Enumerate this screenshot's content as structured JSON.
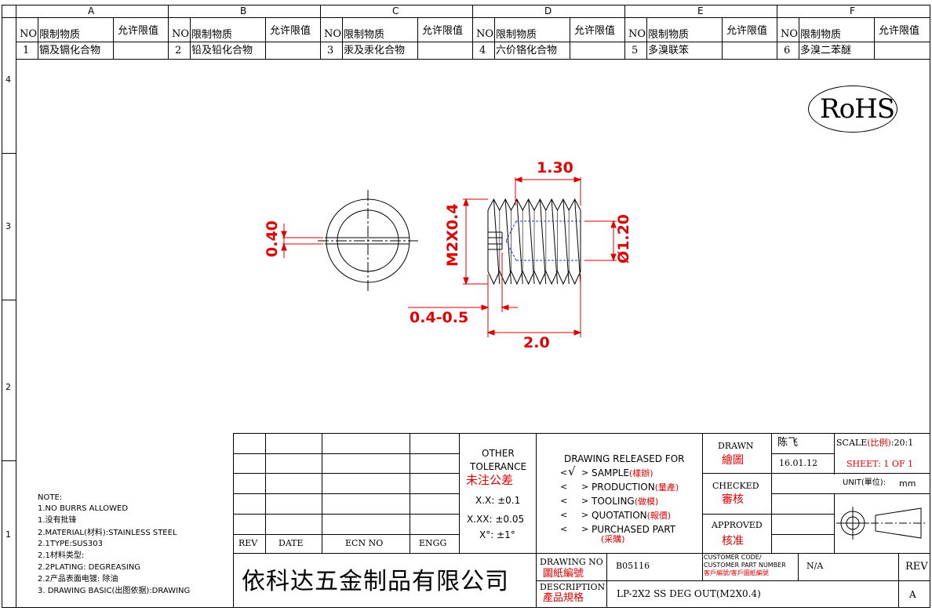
{
  "rohs_table": {
    "columns": [
      "A",
      "B",
      "C",
      "D",
      "E",
      "F"
    ],
    "header": {
      "no": "NO",
      "substance": "限制物质",
      "limit": "允许限值"
    },
    "items": [
      {
        "no": "1",
        "substance": "镉及镉化合物",
        "limit": ""
      },
      {
        "no": "2",
        "substance": "铅及铅化合物",
        "limit": ""
      },
      {
        "no": "3",
        "substance": "汞及汞化合物",
        "limit": ""
      },
      {
        "no": "4",
        "substance": "六价铬化合物",
        "limit": ""
      },
      {
        "no": "5",
        "substance": "多溴联笨",
        "limit": ""
      },
      {
        "no": "6",
        "substance": "多溴二苯醚",
        "limit": ""
      }
    ]
  },
  "zones": [
    "4",
    "3",
    "2",
    "1"
  ],
  "rohs_badge": "RoHS",
  "dimensions": {
    "length_thread": "1.30",
    "slot": "0.40",
    "thread": "M2X0.4",
    "inner_dia": "Ø1.20",
    "chamfer": "0.4-0.5",
    "total_length": "2.0"
  },
  "notes": {
    "title": "NOTE:",
    "lines": [
      "1.NO BURRS ALLOWED",
      "1.没有批锋",
      "2.MATERIAL(材料):STAINLESS STEEL",
      "2.1TYPE:SUS303",
      "2.1材料类型:",
      "2.2PLATING: DEGREASING",
      "2.2产品表面电镀: 除油",
      "3. DRAWING BASIC(出图依据):DRAWING"
    ]
  },
  "rev_table": {
    "rev": "REV",
    "date": "DATE",
    "ecn": "ECN NO",
    "engg": "ENGG"
  },
  "tolerance": {
    "title1": "OTHER",
    "title2": "TOLERANCE",
    "title_cn": "未注公差",
    "l1": "X.X: ±0.1",
    "l2": "X.XX: ±0.05",
    "l3": "X°: ±1°"
  },
  "release": {
    "title": "DRAWING RELEASED FOR",
    "check": "√",
    "items": [
      {
        "en": "SAMPLE",
        "cn": "(樣辦)"
      },
      {
        "en": "PRODUCTION",
        "cn": "(量產)"
      },
      {
        "en": "TOOLING",
        "cn": "(做模)"
      },
      {
        "en": "QUOTATION",
        "cn": "(報價)"
      },
      {
        "en": "PURCHASED PART",
        "cn": "(采購)"
      }
    ]
  },
  "approval": {
    "drawn_en": "DRAWN",
    "drawn_cn": "繪圖",
    "drawn_name": "陈飞",
    "drawn_date": "16.01.12",
    "checked_en": "CHECKED",
    "checked_cn": "審核",
    "approved_en": "APPROVED",
    "approved_cn": "核准",
    "scale_label": "SCALE",
    "scale_cn": "(比例)",
    "scale_value": ":20:1",
    "sheet": "SHEET:  1 OF 1",
    "unit_label": "UNIT(單位):",
    "unit_value": "mm"
  },
  "title_block": {
    "company": "依科达五金制品有限公司",
    "drawing_no_en": "DRAWING NO",
    "drawing_no_cn": "圖紙編號",
    "drawing_no": "B05116",
    "customer_code_1": "CUSTOMER CODE/",
    "customer_code_2": "CUSTOMER PART NUMBER",
    "customer_code_cn": "客戶編號/客戶圖紙編號",
    "customer_value": "N/A",
    "rev_label": "REV",
    "rev_value": "A",
    "description_en": "DESCRIPTION",
    "description_cn": "產品規格",
    "description": "LP-2X2 SS DEG OUT(M2X0.4)"
  },
  "colors": {
    "dimension": "#e00000",
    "line": "#000000",
    "hidden": "#2233cc"
  }
}
